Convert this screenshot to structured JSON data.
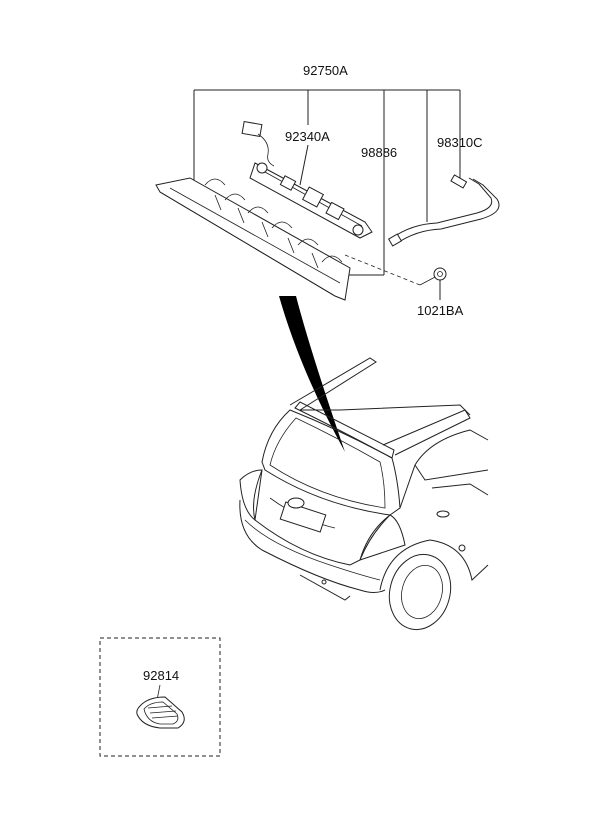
{
  "diagram": {
    "part_labels": {
      "assembly": "92750A",
      "lamp_holder": "92340A",
      "harness": "98886",
      "washer_hose": "98310C",
      "nut": "1021BA",
      "cover": "92814"
    },
    "colors": {
      "line": "#222222",
      "background": "#ffffff",
      "pointer": "#000000"
    }
  }
}
